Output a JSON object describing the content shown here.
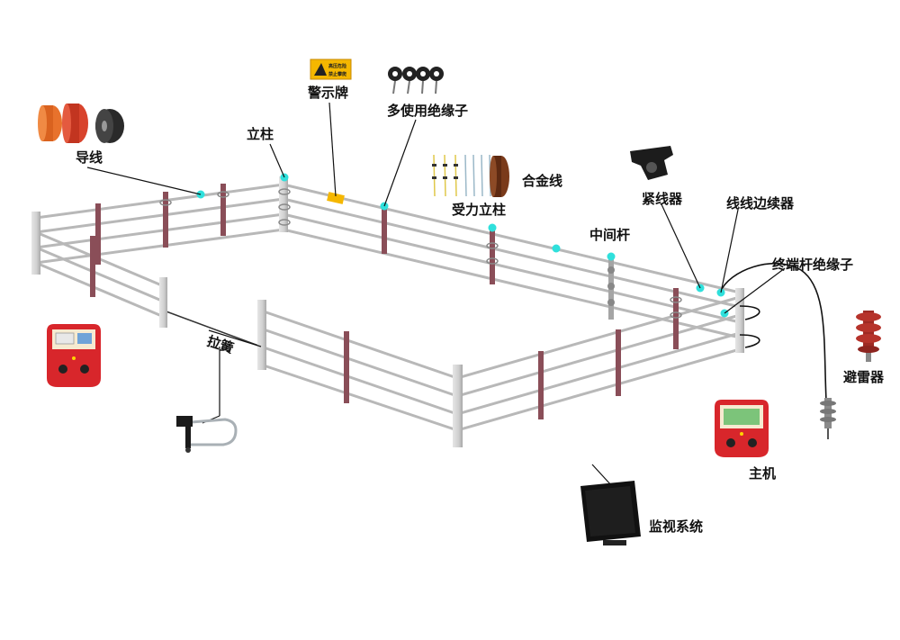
{
  "labels": {
    "wire": "导线",
    "post": "立柱",
    "warning_sign": "警示牌",
    "multi_insulator": "多使用绝缘子",
    "alloy_wire": "合金线",
    "stress_post": "受力立柱",
    "middle_pole": "中间杆",
    "tensioner": "紧线器",
    "wire_connector": "线线边续器",
    "terminal_insulator": "终端杆绝缘子",
    "lightning_arrester": "避雷器",
    "host": "主机",
    "monitor_system": "监视系统",
    "gate_spring": "拉簧"
  },
  "warning_sign_text": [
    "高压危险",
    "禁止攀爬"
  ],
  "colors": {
    "rail": "#b4b4b4",
    "post_concrete": "#d2d2d2",
    "post_wood": "#8a4e58",
    "insulator_dot": "#2fe0dc",
    "sign": "#f5b700",
    "spool_orange": "#e8722c",
    "spool_red": "#d8432c",
    "spool_black": "#2a2a2a",
    "device_red": "#d8262b",
    "device_cream": "#f6ead0"
  }
}
